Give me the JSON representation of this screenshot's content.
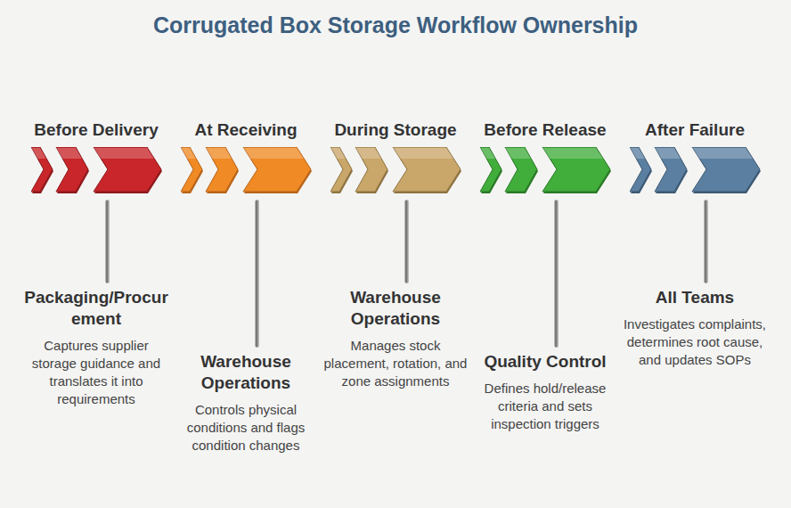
{
  "diagram": {
    "title": "Corrugated Box Storage Workflow Ownership",
    "nodes": [
      {
        "text": [
          "Before Delivery",
          "Packaging/Procurement",
          "Captures supplier storage guidance and translates it into requirements"
        ]
      },
      {
        "text": [
          "At Receiving",
          "Warehouse Operations",
          "Controls physical conditions and flags condition changes"
        ]
      },
      {
        "text": [
          "During Storage",
          "Warehouse Operations",
          "Manages stock placement, rotation, and zone assignments"
        ]
      },
      {
        "text": [
          "Before Release",
          "Quality Control",
          "Defines hold/release criteria and sets inspection triggers"
        ]
      },
      {
        "text": [
          "After Failure",
          "All Teams",
          "Investigates complaints, determines root cause, and updates SOPs"
        ]
      }
    ]
  }
}
